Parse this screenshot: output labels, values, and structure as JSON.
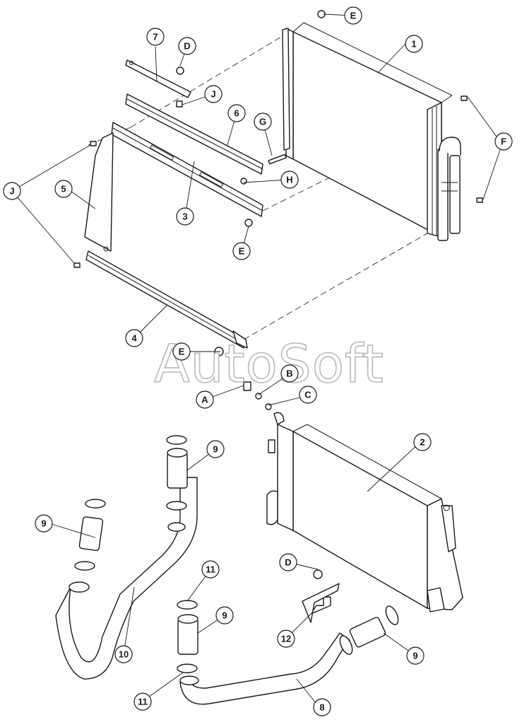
{
  "watermark": "AutoSoft",
  "callouts": [
    {
      "label": "1"
    },
    {
      "label": "2"
    },
    {
      "label": "3"
    },
    {
      "label": "4"
    },
    {
      "label": "5"
    },
    {
      "label": "6"
    },
    {
      "label": "7"
    },
    {
      "label": "8"
    },
    {
      "label": "9"
    },
    {
      "label": "9"
    },
    {
      "label": "9"
    },
    {
      "label": "9"
    },
    {
      "label": "10"
    },
    {
      "label": "11"
    },
    {
      "label": "11"
    },
    {
      "label": "12"
    },
    {
      "label": "A"
    },
    {
      "label": "B"
    },
    {
      "label": "C"
    },
    {
      "label": "D"
    },
    {
      "label": "D"
    },
    {
      "label": "E"
    },
    {
      "label": "E"
    },
    {
      "label": "E"
    },
    {
      "label": "F"
    },
    {
      "label": "G"
    },
    {
      "label": "H"
    },
    {
      "label": "J"
    },
    {
      "label": "J"
    }
  ]
}
